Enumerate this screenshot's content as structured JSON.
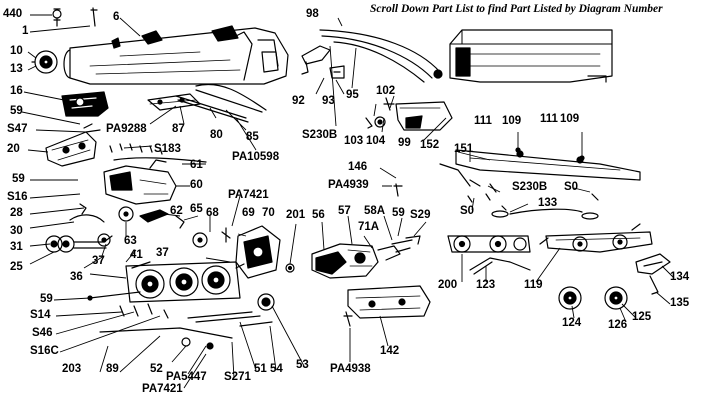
{
  "header": {
    "note": "Scroll Down Part List to find Part Listed by Diagram Number"
  },
  "callouts": {
    "c440": "440",
    "c1": "1",
    "c6": "6",
    "c10": "10",
    "c13": "13",
    "c16": "16",
    "c59a": "59",
    "cS47": "S47",
    "c20": "20",
    "c59b": "59",
    "cS16a": "S16",
    "c28": "28",
    "c30": "30",
    "c31": "31",
    "c25": "25",
    "cPA9288": "PA9288",
    "c87": "87",
    "c80": "80",
    "c85": "85",
    "cS183": "S183",
    "c61": "61",
    "c60": "60",
    "cPA10598": "PA10598",
    "c92": "92",
    "c93": "93",
    "c95": "95",
    "c98": "98",
    "cS230Ba": "S230B",
    "c102": "102",
    "c103": "103",
    "c104": "104",
    "c99": "99",
    "c111a": "111",
    "c109a": "109",
    "c111b": "111",
    "c109b": "109",
    "c152": "152",
    "c151": "151",
    "c146": "146",
    "cPA4939": "PA4939",
    "cS230Bb": "S230B",
    "cS0a": "S0",
    "cS0b": "S0",
    "c133": "133",
    "cPA7421a": "PA7421",
    "c62": "62",
    "c65": "65",
    "c68": "68",
    "c69": "69",
    "c70": "70",
    "c201": "201",
    "c56": "56",
    "c57": "57",
    "c58A": "58A",
    "c71A": "71A",
    "c59c": "59",
    "cS29": "S29",
    "c63": "63",
    "c37a": "37",
    "c41": "41",
    "c37b": "37",
    "c36": "36",
    "c59d": "59",
    "cS14": "S14",
    "cS46": "S46",
    "cS16C": "S16C",
    "c203": "203",
    "c89": "89",
    "c52": "52",
    "cPA5447": "PA5447",
    "cPA7421b": "PA7421",
    "cS271": "S271",
    "c51": "51",
    "c54": "54",
    "c53": "53",
    "cPA4938": "PA4938",
    "c142": "142",
    "c200": "200",
    "c123": "123",
    "c119": "119",
    "c134": "134",
    "c135": "135",
    "c124": "124",
    "c126": "126",
    "c125": "125"
  }
}
